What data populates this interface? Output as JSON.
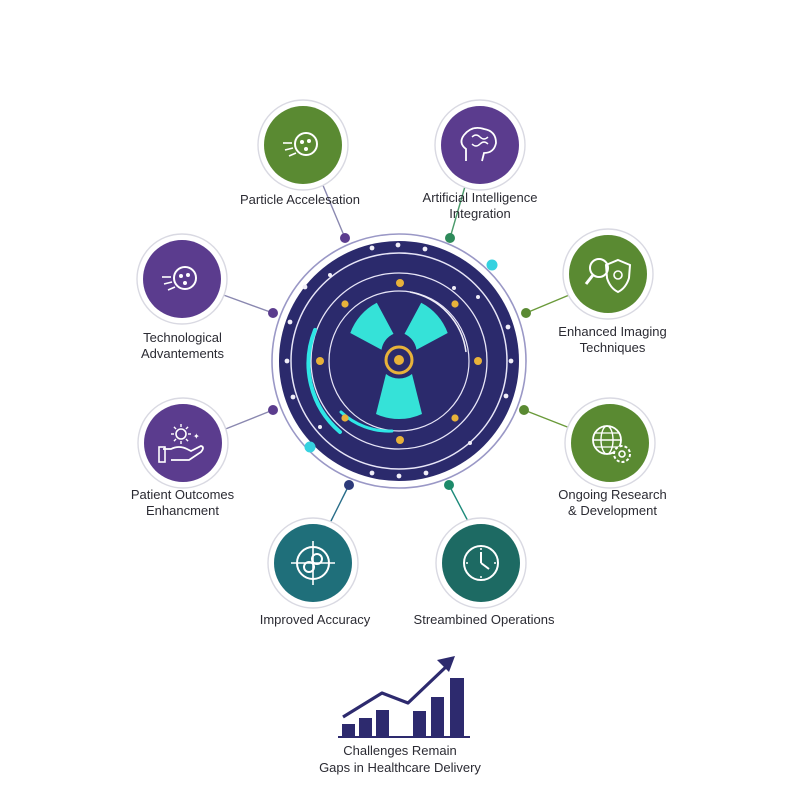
{
  "colors": {
    "purple": "#5b3c8e",
    "green": "#5a8a32",
    "teal": "#1f6f7a",
    "dark_teal": "#1d6a63",
    "navy": "#2d2a6e",
    "cyan": "#2ee6e6",
    "gold": "#e8b23a"
  },
  "nodes": [
    {
      "id": "particle",
      "lines": [
        "Particle Accelesation"
      ],
      "icon": "particle-icon",
      "color": "green"
    },
    {
      "id": "ai",
      "lines": [
        "Artificial Intelligence",
        "Integration"
      ],
      "icon": "brain-icon",
      "color": "purple"
    },
    {
      "id": "imaging",
      "lines": [
        "Enhanced Imaging",
        "Techniques"
      ],
      "icon": "magnifier-shield-icon",
      "color": "green"
    },
    {
      "id": "research",
      "lines": [
        "Ongoing Research",
        "& Development"
      ],
      "icon": "globe-gear-icon",
      "color": "green"
    },
    {
      "id": "operations",
      "lines": [
        "Streambined Operations"
      ],
      "icon": "clock-icon",
      "color": "dark_teal"
    },
    {
      "id": "accuracy",
      "lines": [
        "Improved Accuracy"
      ],
      "icon": "target-icon",
      "color": "teal"
    },
    {
      "id": "patient",
      "lines": [
        "Patient Outcomes",
        "Enhancment"
      ],
      "icon": "hand-sun-icon",
      "color": "purple"
    },
    {
      "id": "tech",
      "lines": [
        "Technological",
        "Advantements"
      ],
      "icon": "particle-icon",
      "color": "purple"
    }
  ],
  "footer": {
    "line1": "Challenges Remain",
    "line2": "Gaps in Healthcare Delivery",
    "icon": "bar-chart-growth-icon"
  },
  "center": {
    "icon": "radiation-icon"
  }
}
